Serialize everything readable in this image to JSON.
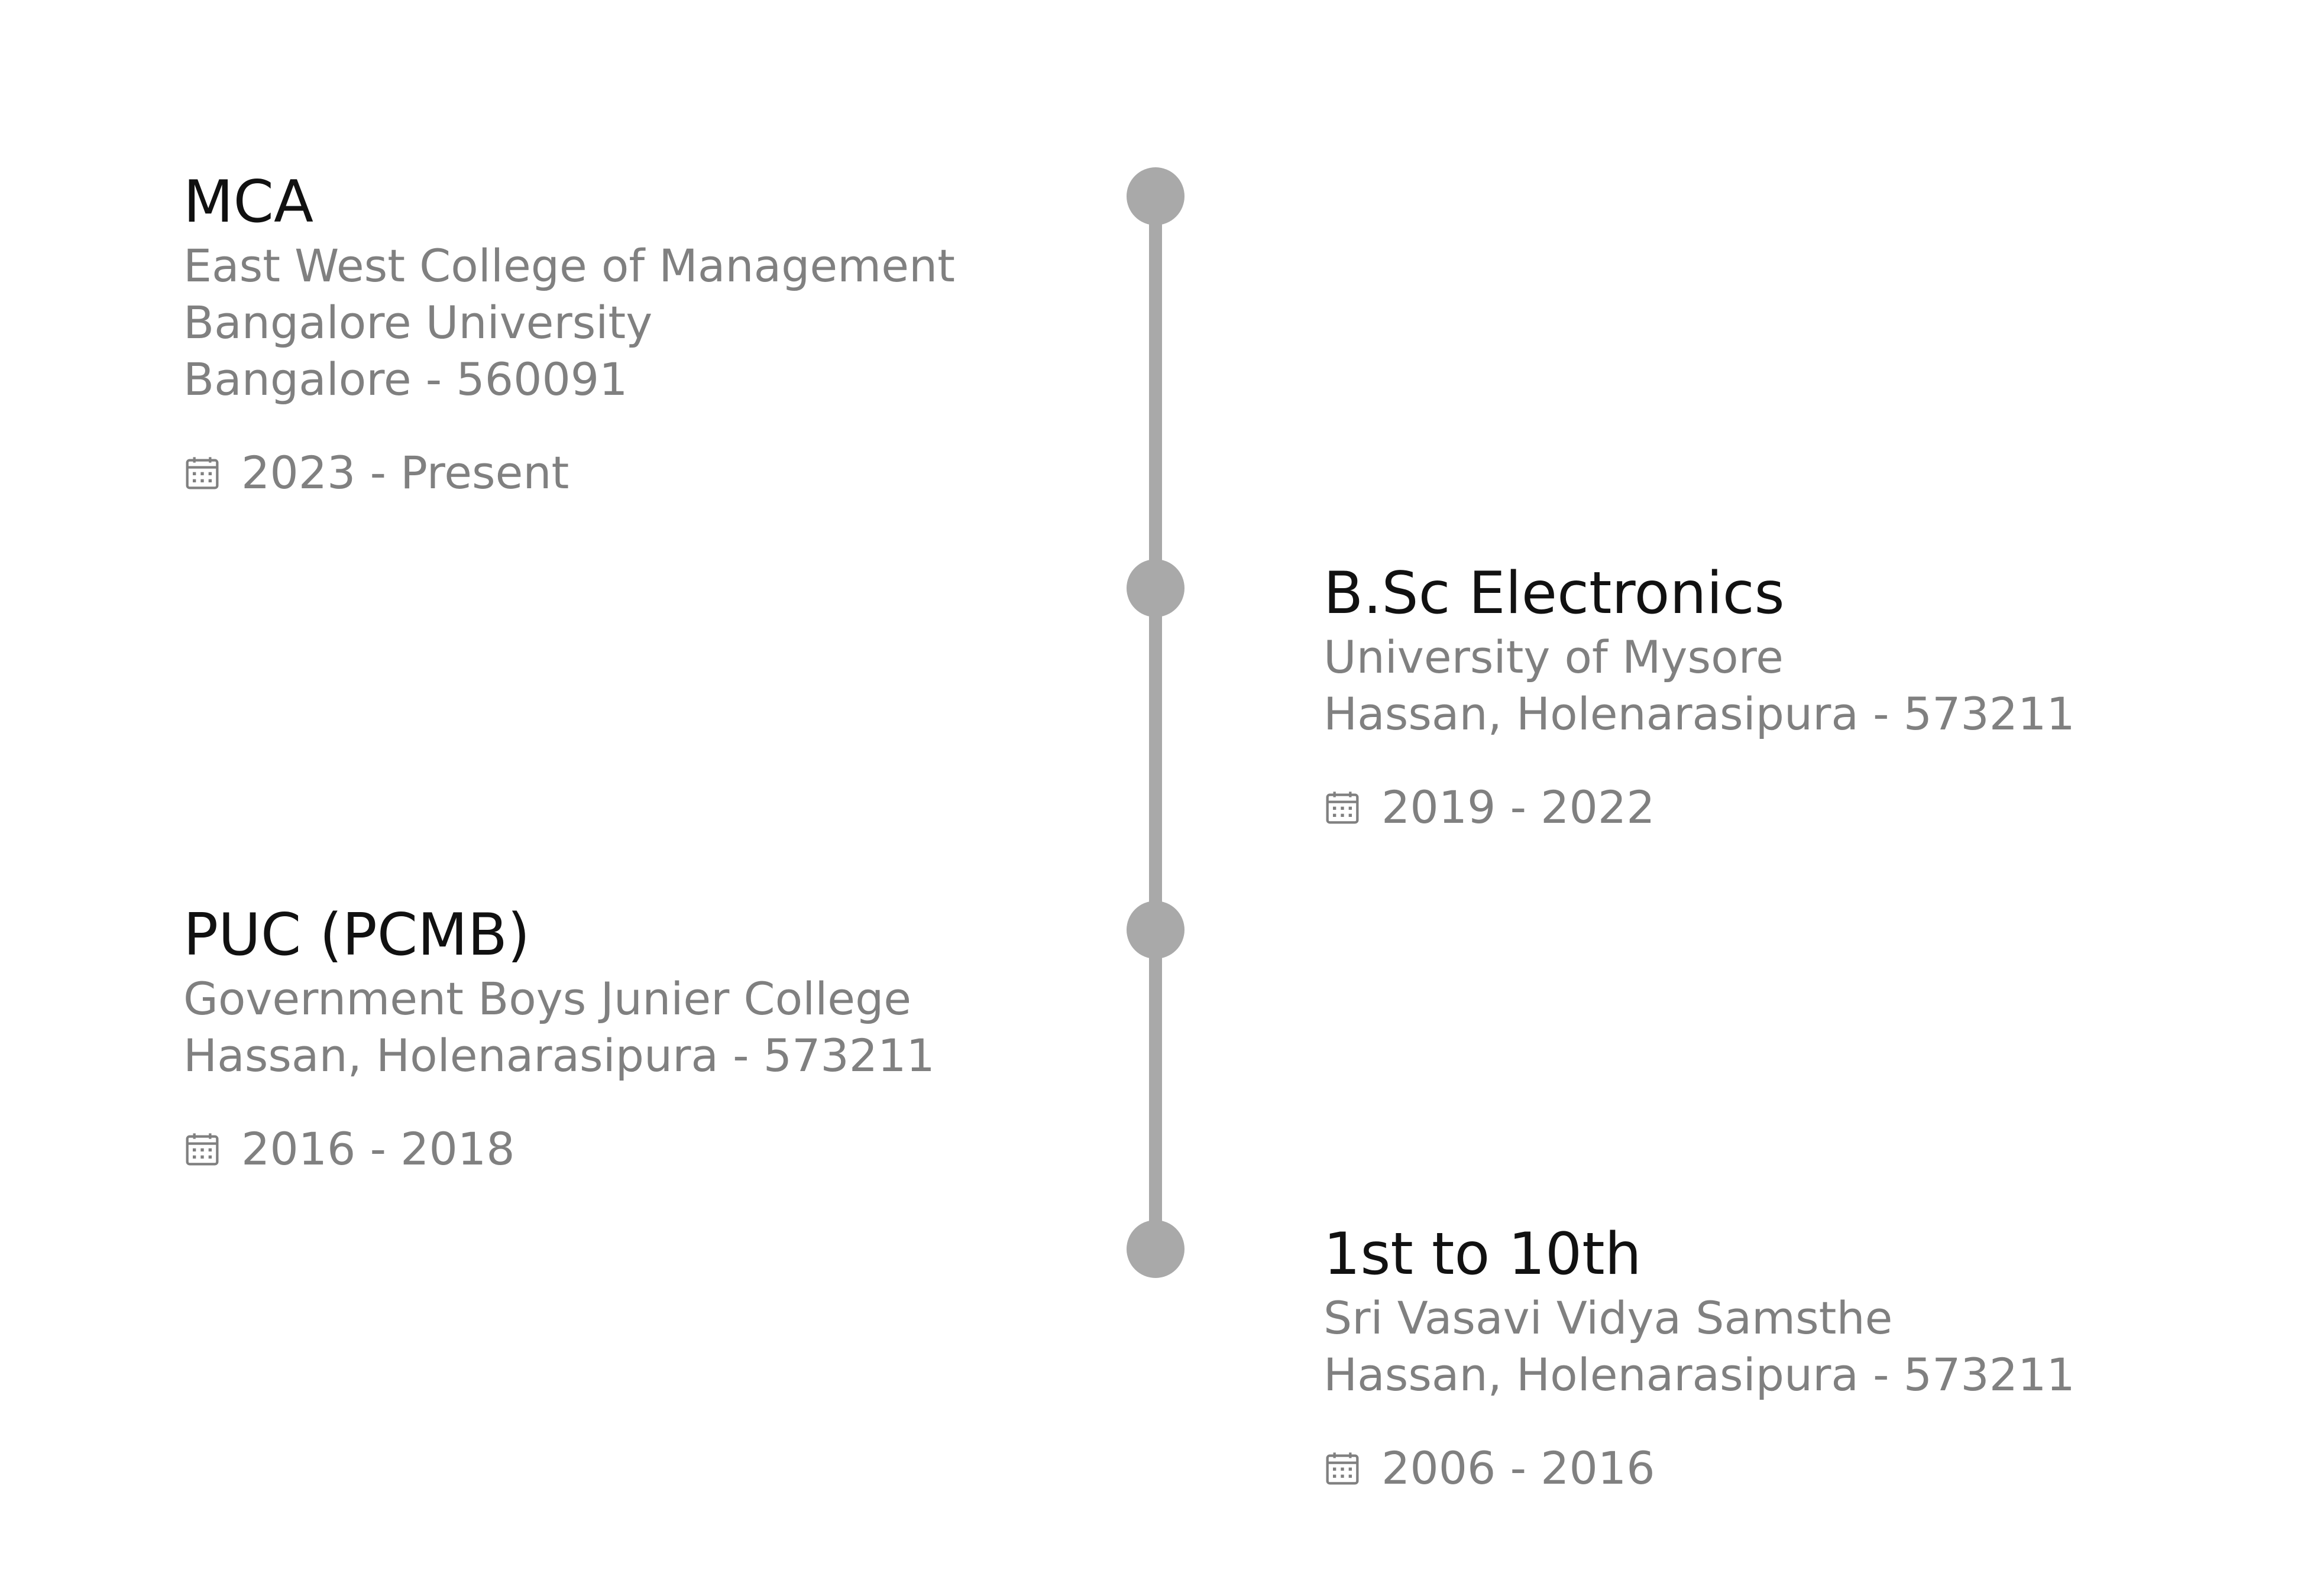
{
  "education": [
    {
      "title": "MCA",
      "lines": [
        "East West College of Management",
        "Bangalore University",
        "Bangalore - 560091"
      ],
      "date": "2023 - Present",
      "icon": "calendar-icon"
    },
    {
      "title": "B.Sc Electronics",
      "lines": [
        "University of Mysore",
        "Hassan, Holenarasipura - 573211"
      ],
      "date": "2019 - 2022",
      "icon": "calendar-icon"
    },
    {
      "title": "PUC (PCMB)",
      "lines": [
        "Government Boys Junier College",
        "Hassan, Holenarasipura - 573211"
      ],
      "date": "2016 - 2018",
      "icon": "calendar-icon"
    },
    {
      "title": "1st to 10th",
      "lines": [
        "Sri Vasavi Vidya Samsthe",
        "Hassan, Holenarasipura - 573211"
      ],
      "date": "2006 - 2016",
      "icon": "calendar-icon"
    }
  ],
  "colors": {
    "timeline": "#a9a9a9",
    "title": "#111111",
    "text": "#808080",
    "background": "#ffffff"
  }
}
